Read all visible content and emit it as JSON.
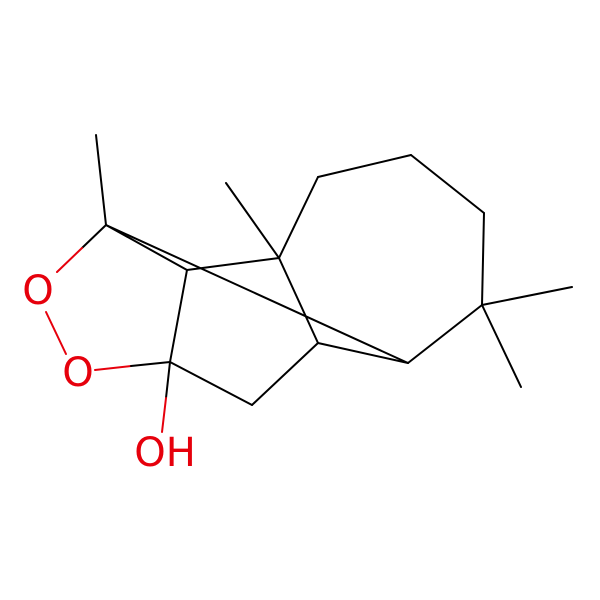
{
  "molecule": {
    "atoms": [
      {
        "id": "O1",
        "label": "O",
        "color": "#e6000c"
      },
      {
        "id": "O2",
        "label": "O",
        "color": "#e6000c"
      },
      {
        "id": "OH",
        "label": "OH",
        "color": "#e6000c"
      }
    ]
  }
}
